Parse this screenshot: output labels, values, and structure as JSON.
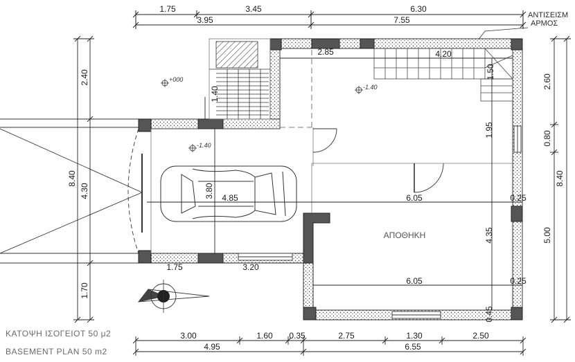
{
  "top_dims_row1": [
    "1.75",
    "3.45",
    "6.30"
  ],
  "top_dims_row2": [
    "3.95",
    "7.55"
  ],
  "seismic_joint_label": [
    "ΑΝΤΙΣΕΙΣΜ",
    "ΑΡΜΟΣ"
  ],
  "interior_dims": {
    "stair_width_left": "2.85",
    "stair_width_right": "4.20",
    "stair_depth": "1.50",
    "stair_left_height": "1.40",
    "garage_width": "4.85",
    "garage_depth": "3.80",
    "storage_width_top": "6.05",
    "storage_width_bottom": "6.05",
    "right_upper_height": "1.95",
    "storage_height": "4.35",
    "wall_thk_1": "0.25",
    "wall_thk_2": "0.25",
    "wall_thk_3": "0.45",
    "front_left": "1.75",
    "front_right": "3.20"
  },
  "levels": [
    "+000",
    "-1.40",
    "-1.40"
  ],
  "left_dims": {
    "outer": "8.40",
    "upper": "2.40",
    "middle": "4.30",
    "lower": "1.70"
  },
  "right_dims": {
    "outer": "8.40",
    "upper": "2.60",
    "middle": "0.80",
    "lower": "5.00"
  },
  "bottom_dims_row1": [
    "3.00",
    "1.60",
    "0.35",
    "2.75",
    "1.30",
    "2.50"
  ],
  "bottom_dims_row2": [
    "4.95",
    "6.55"
  ],
  "room_label": "ΑΠΟΘΗΚΗ",
  "title_greek": "ΚΑΤΟΨΗ ΙΣΟΓΕΙΟΤ  50  μ2",
  "title_english": "BASEMENT PLAN 50 m2"
}
